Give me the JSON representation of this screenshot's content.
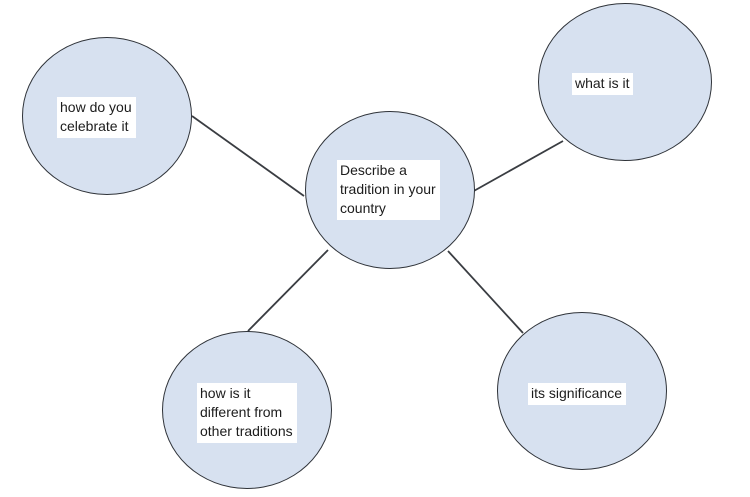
{
  "diagram": {
    "type": "mind-map",
    "colors": {
      "node_fill": "#d7e1f0",
      "node_border": "#2e3238",
      "connector": "#3a3d42",
      "text": "#1c1c1c",
      "label_background": "#ffffff",
      "canvas_background": "#ffffff"
    },
    "nodes": [
      {
        "id": "center",
        "role": "central topic",
        "label": "Describe a\ntradition in your\ncountry"
      },
      {
        "id": "top-left",
        "role": "branch",
        "label": "how do you\ncelebrate it"
      },
      {
        "id": "top-right",
        "role": "branch",
        "label": "what is it"
      },
      {
        "id": "bottom-left",
        "role": "branch",
        "label": "how is it\ndifferent from\nother traditions"
      },
      {
        "id": "bottom-right",
        "role": "branch",
        "label": "its significance"
      }
    ],
    "edges": [
      {
        "from": "center",
        "to": "top-left"
      },
      {
        "from": "center",
        "to": "top-right"
      },
      {
        "from": "center",
        "to": "bottom-left"
      },
      {
        "from": "center",
        "to": "bottom-right"
      }
    ]
  }
}
